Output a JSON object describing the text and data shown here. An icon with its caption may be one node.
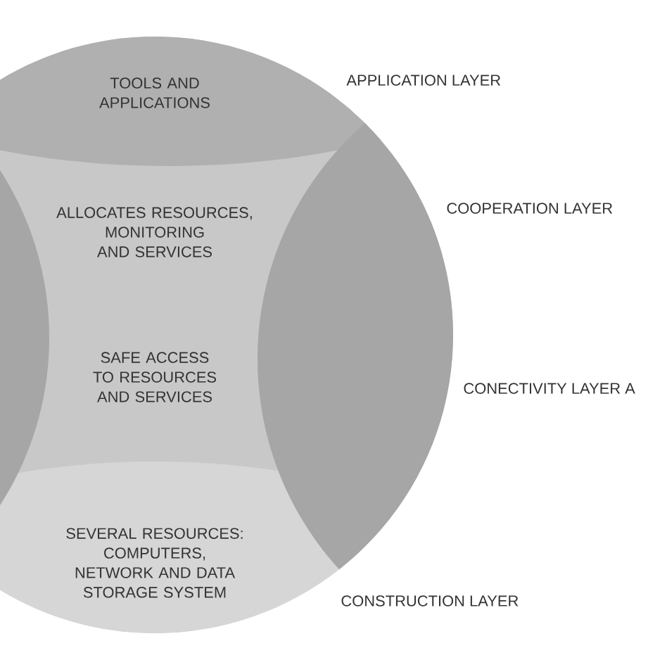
{
  "diagram": {
    "nodes": [
      {
        "text": [
          "TOOLS AND APPLICATIONS"
        ]
      },
      {
        "text": [
          "ALLOCATES RESOURCES, MONITORING AND SERVICES"
        ]
      },
      {
        "text": [
          "SAFE ACCESS TO RESOURCES AND SERVICES"
        ]
      },
      {
        "text": [
          "SEVERAL RESOURCES: COMPUTERS, NETWORK AND DATA STORAGE SYSTEM"
        ]
      }
    ],
    "labels": [
      "APPLICATION LAYER",
      "COOPERATION LAYER",
      "CONECTIVITY LAYER A",
      "CONSTRUCTION LAYER"
    ]
  }
}
